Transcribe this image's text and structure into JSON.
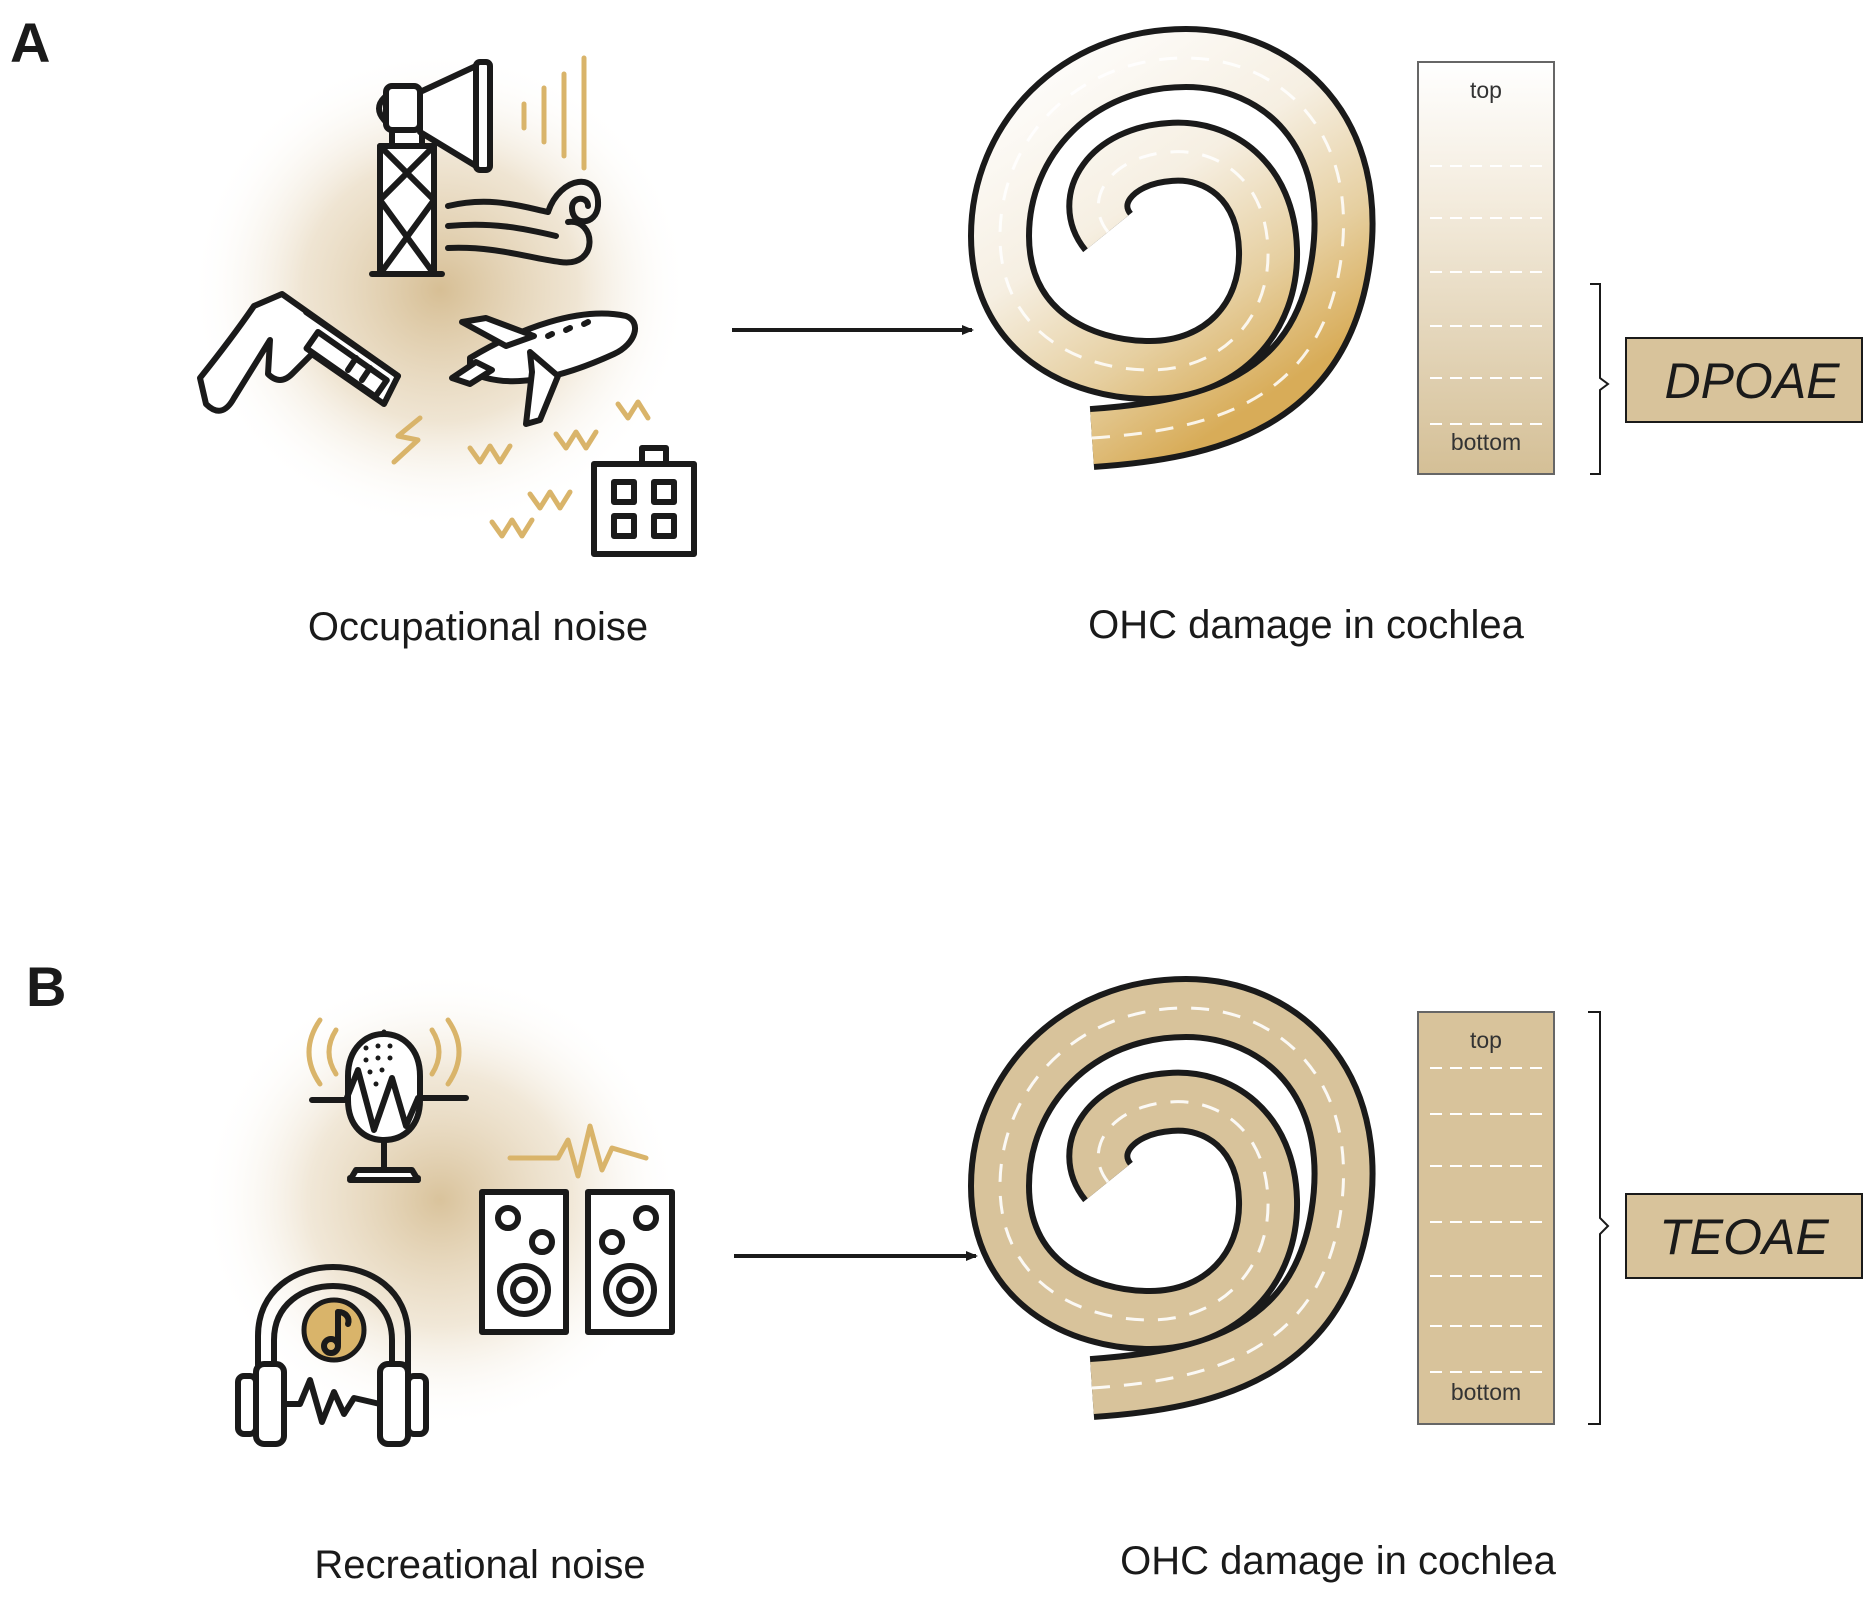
{
  "colors": {
    "accent": "#d9b46a",
    "tan": "#d8c39b",
    "ink": "#1a1a1a",
    "dash": "#ffffff"
  },
  "panel_a": {
    "letter": "A",
    "source_label": "Occupational noise",
    "target_label": "OHC damage in cochlea",
    "scale_top": "top",
    "scale_bottom": "bottom",
    "test_label": "DPOAE",
    "damage_extent": "basal (bottom) region"
  },
  "panel_b": {
    "letter": "B",
    "source_label": "Recreational noise",
    "target_label": "OHC damage in cochlea",
    "scale_top": "top",
    "scale_bottom": "bottom",
    "test_label": "TEOAE",
    "damage_extent": "whole cochlea"
  },
  "icons": {
    "panel_a": [
      "siren-tower-icon",
      "wind-icon",
      "airplane-icon",
      "nail-gun-icon",
      "machine-icon"
    ],
    "panel_b": [
      "microphone-icon",
      "speakers-icon",
      "headphones-icon",
      "music-note-icon"
    ]
  }
}
